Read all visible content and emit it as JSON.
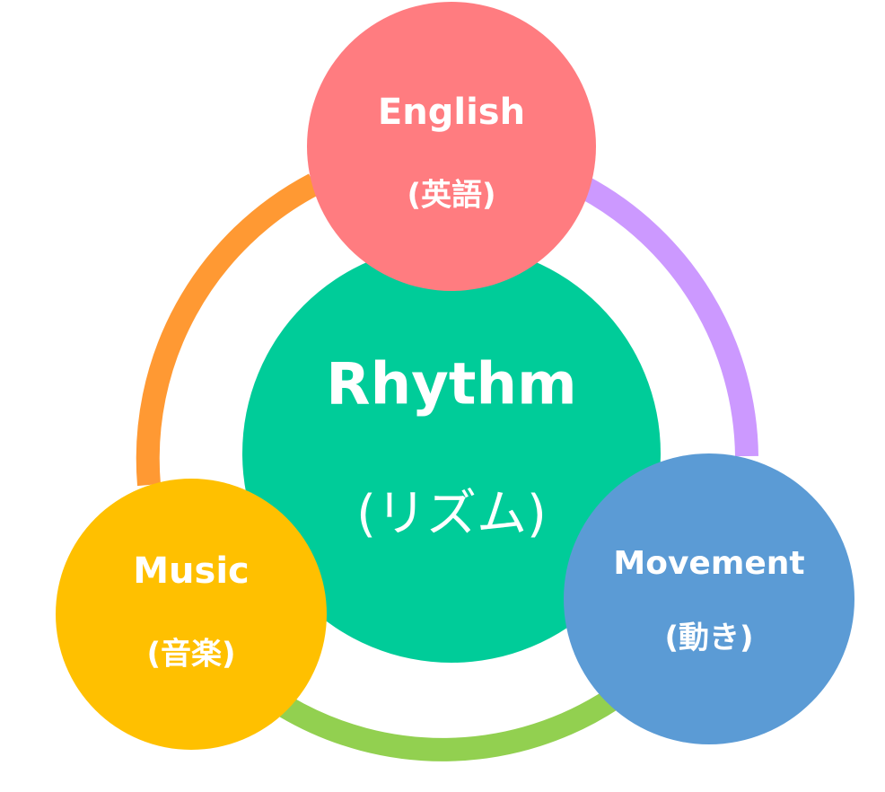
{
  "colors": {
    "background": "#ffffff",
    "center": "#00cc99",
    "english": "#ff7c80",
    "music": "#ffc000",
    "movement": "#5b9bd5",
    "arc_english_movement": "#cc99ff",
    "arc_movement_music": "#92d050",
    "arc_music_english": "#ff9933",
    "text": "#ffffff"
  },
  "center": {
    "title": "Rhythm",
    "subtitle": "(リズム)"
  },
  "nodes": {
    "english": {
      "title": "English",
      "subtitle": "(英語)"
    },
    "movement": {
      "title": "Movement",
      "subtitle": "(動き)"
    },
    "music": {
      "title": "Music",
      "subtitle": "(音楽)"
    }
  }
}
